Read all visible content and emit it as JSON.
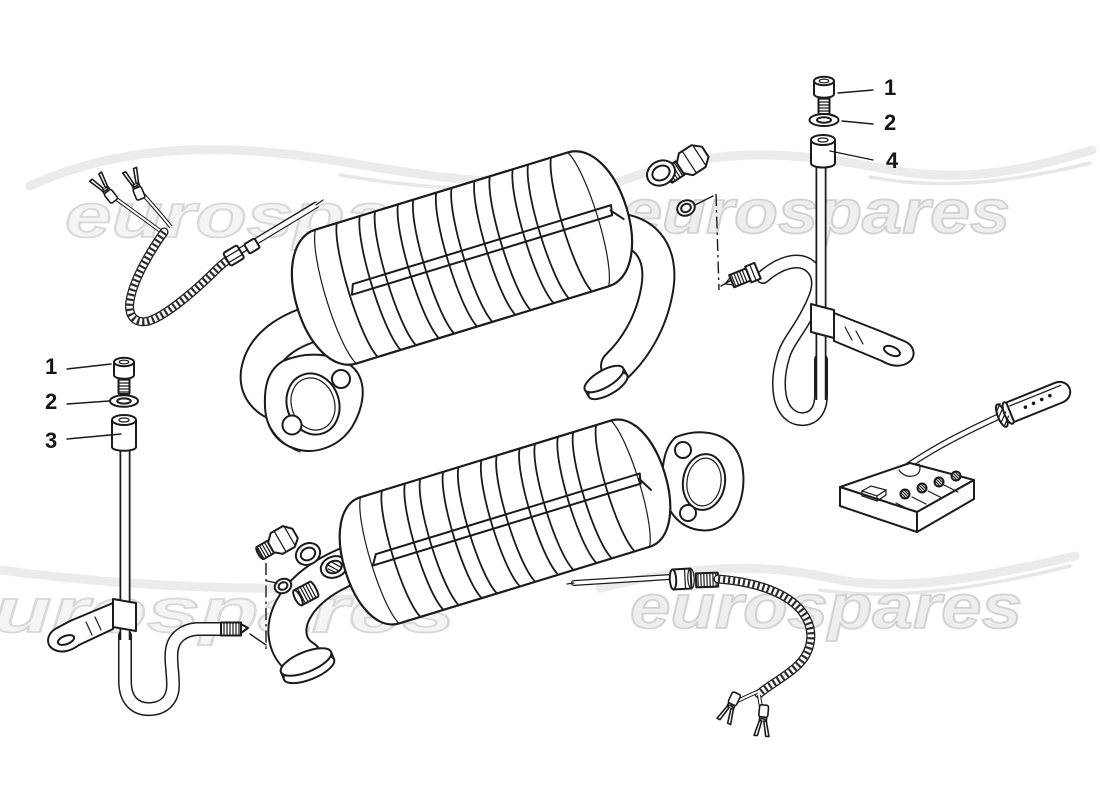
{
  "diagram": {
    "watermark": {
      "text": "eurospares"
    },
    "callouts": {
      "right": [
        {
          "num": "1"
        },
        {
          "num": "2"
        },
        {
          "num": "4"
        }
      ],
      "left": [
        {
          "num": "1"
        },
        {
          "num": "2"
        },
        {
          "num": "3"
        }
      ]
    },
    "colors": {
      "line": "#1b1b1b",
      "background": "#ffffff",
      "watermark_fill": "#f4f4f4",
      "watermark_stroke": "#d8d8d8"
    }
  }
}
